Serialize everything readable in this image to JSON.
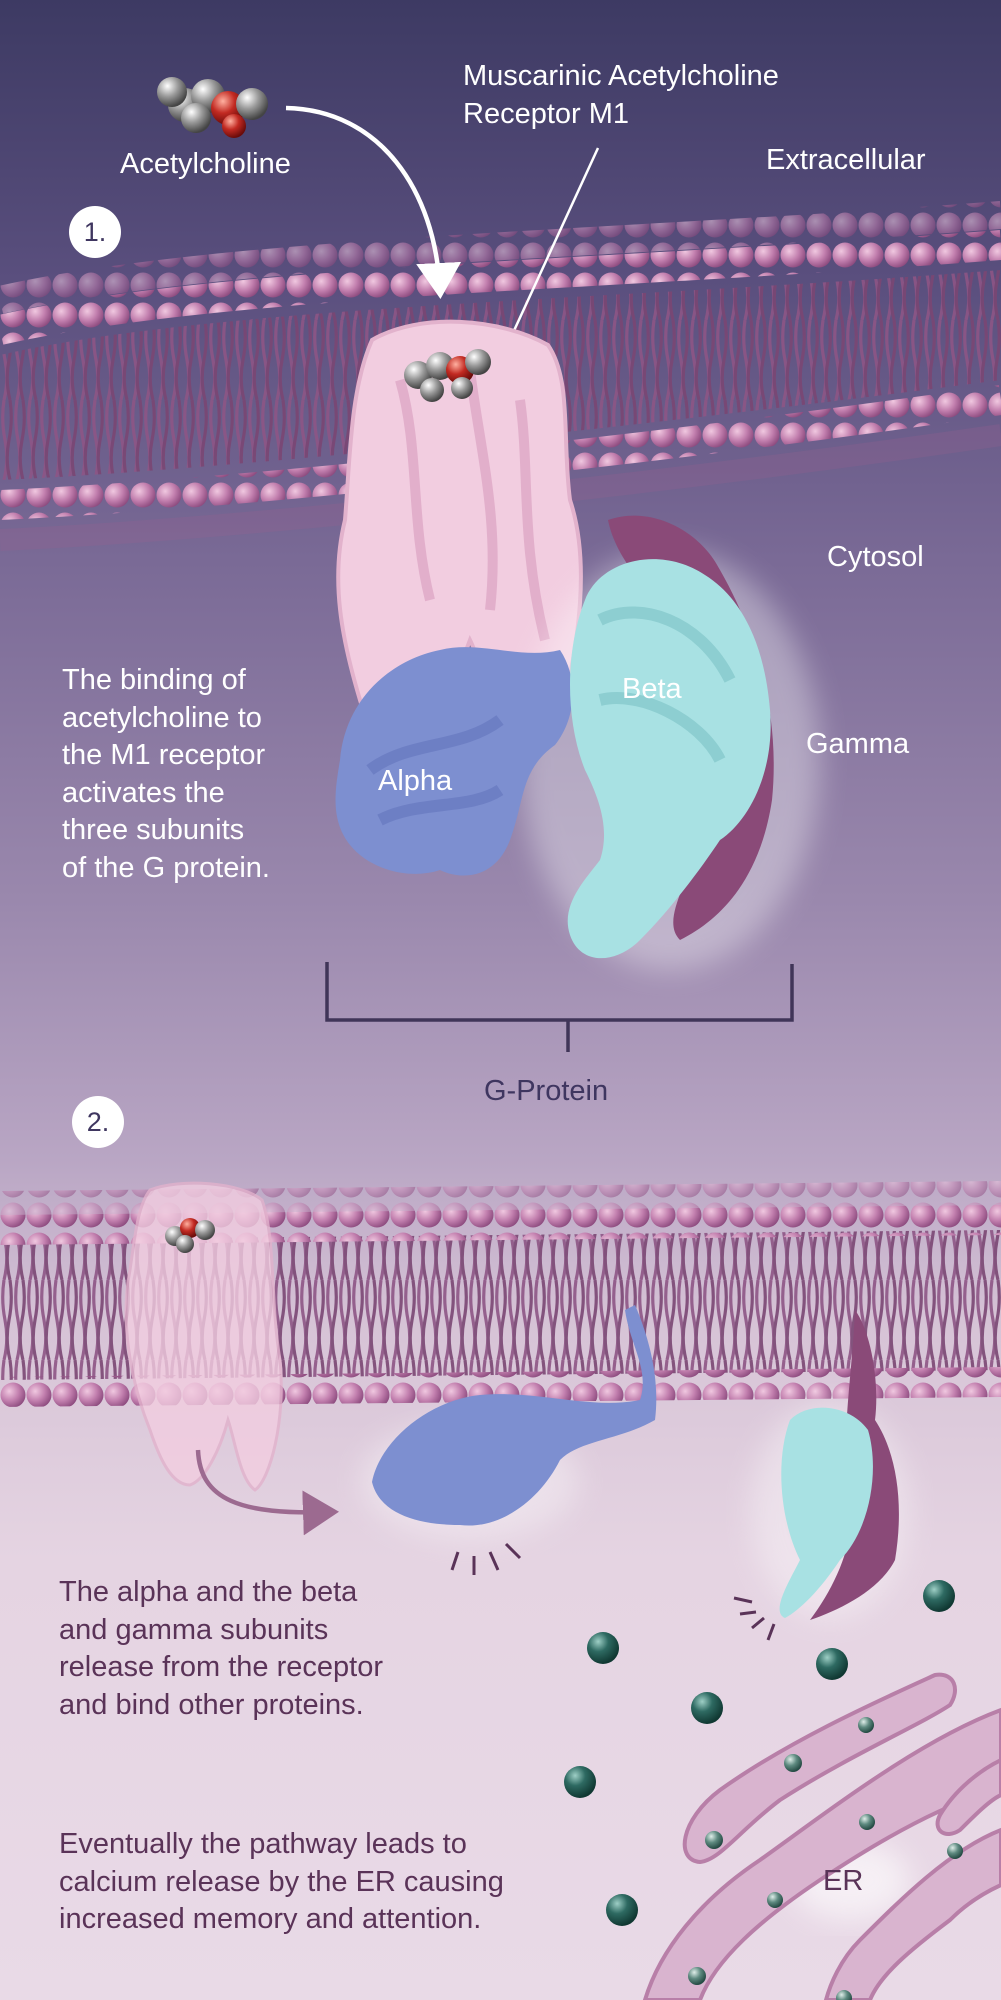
{
  "step1": {
    "number": "1.",
    "labels": {
      "acetylcholine": "Acetylcholine",
      "receptor_line1": "Muscarinic Acetylcholine",
      "receptor_line2": "Receptor M1",
      "extracellular": "Extracellular",
      "cytosol": "Cytosol",
      "alpha": "Alpha",
      "beta": "Beta",
      "gamma": "Gamma",
      "g_protein": "G-Protein"
    },
    "description_lines": [
      "The binding of",
      "acetylcholine to",
      "the M1 receptor",
      "activates the",
      "three subunits",
      "of the G protein."
    ]
  },
  "step2": {
    "number": "2.",
    "description_lines": [
      "The alpha and the beta",
      "and gamma subunits",
      "release from the receptor",
      "and bind other proteins."
    ],
    "outcome_lines": [
      "Eventually the pathway leads to",
      "calcium release by the ER causing",
      "increased memory and attention."
    ],
    "labels": {
      "er": "ER"
    }
  },
  "colors": {
    "membrane": "#9a5f8e",
    "receptor": "#f2cde0",
    "alpha_subunit": "#7d8fd0",
    "beta_subunit": "#a8e1e3",
    "gamma_subunit": "#8a4a78",
    "calcium_ion": "#1f4a44",
    "er": "#d9b4cf"
  }
}
